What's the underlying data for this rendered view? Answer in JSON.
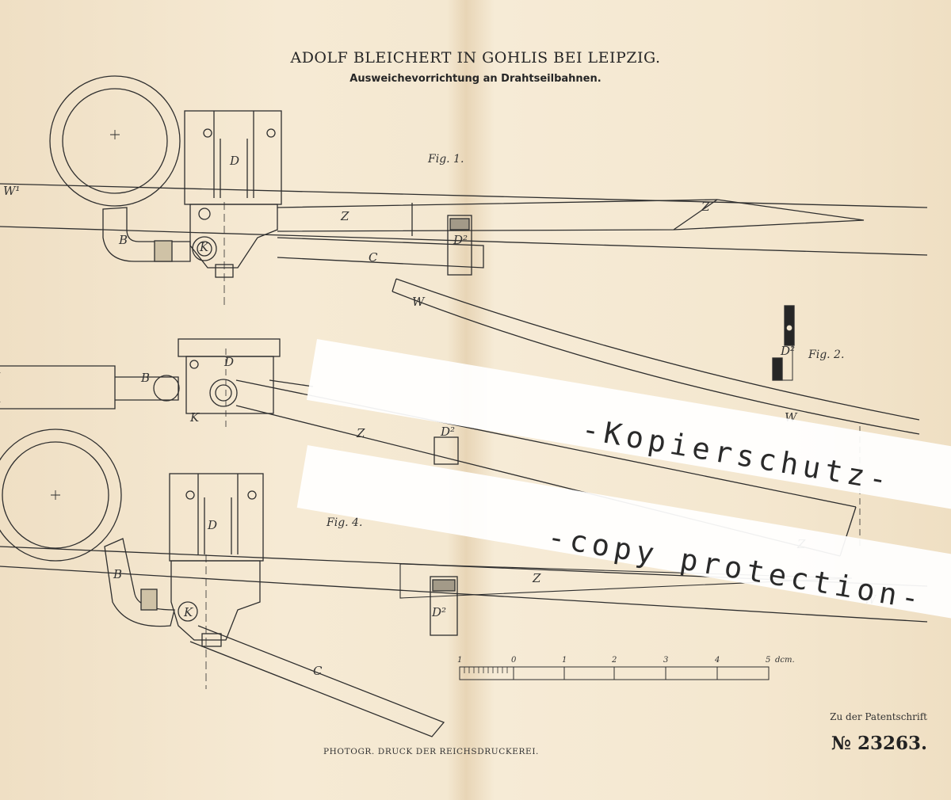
{
  "header": {
    "title": "ADOLF BLEICHERT IN GOHLIS BEI LEIPZIG.",
    "subtitle": "Ausweichevorrichtung an Drahtseilbahnen."
  },
  "figures": {
    "fig1": "Fig. 1.",
    "fig2": "Fig. 2.",
    "fig4": "Fig. 4."
  },
  "part_letters": {
    "D": "D",
    "Z": "Z",
    "B": "B",
    "C": "C",
    "K": "K",
    "W": "W",
    "D2": "D²",
    "W1": "W¹"
  },
  "scale": {
    "ticks": [
      "1",
      "0",
      "1",
      "2",
      "3",
      "4",
      "5"
    ],
    "unit": "dcm."
  },
  "watermark": {
    "line1": "-Kopierschutz-",
    "line2": "-copy protection-"
  },
  "footer": {
    "printer": "PHOTOGR. DRUCK DER REICHSDRUCKEREI.",
    "reference": "Zu der Patentschrift",
    "patent_number": "№ 23263."
  },
  "colors": {
    "paper": "#f3e7cf",
    "ink": "#2b2b2b",
    "watermark": "#ffffff"
  }
}
